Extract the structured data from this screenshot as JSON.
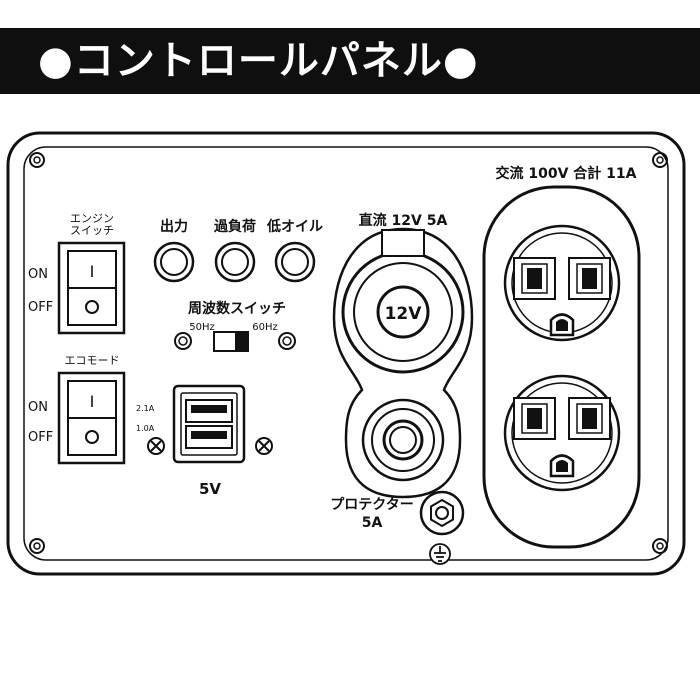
{
  "header": {
    "title": "●コントロールパネル●"
  },
  "switches": {
    "engine": {
      "label_line1": "エンジン",
      "label_line2": "スイッチ",
      "on": "ON",
      "off": "OFF",
      "on_mark": "I"
    },
    "eco": {
      "label": "エコモード",
      "on": "ON",
      "off": "OFF",
      "on_mark": "I"
    }
  },
  "indicators": {
    "output": "出力",
    "overload": "過負荷",
    "low_oil": "低オイル"
  },
  "frequency": {
    "label": "周波数スイッチ",
    "hz50": "50Hz",
    "hz60": "60Hz"
  },
  "usb": {
    "rating_top": "2.1A",
    "rating_bottom": "1.0A",
    "label": "5V"
  },
  "dc": {
    "label": "直流 12V 5A",
    "socket_label": "12V"
  },
  "protector": {
    "label_line1": "プロテクター",
    "label_line2": "5A"
  },
  "ac": {
    "label": "交流 100V 合計 11A"
  }
}
